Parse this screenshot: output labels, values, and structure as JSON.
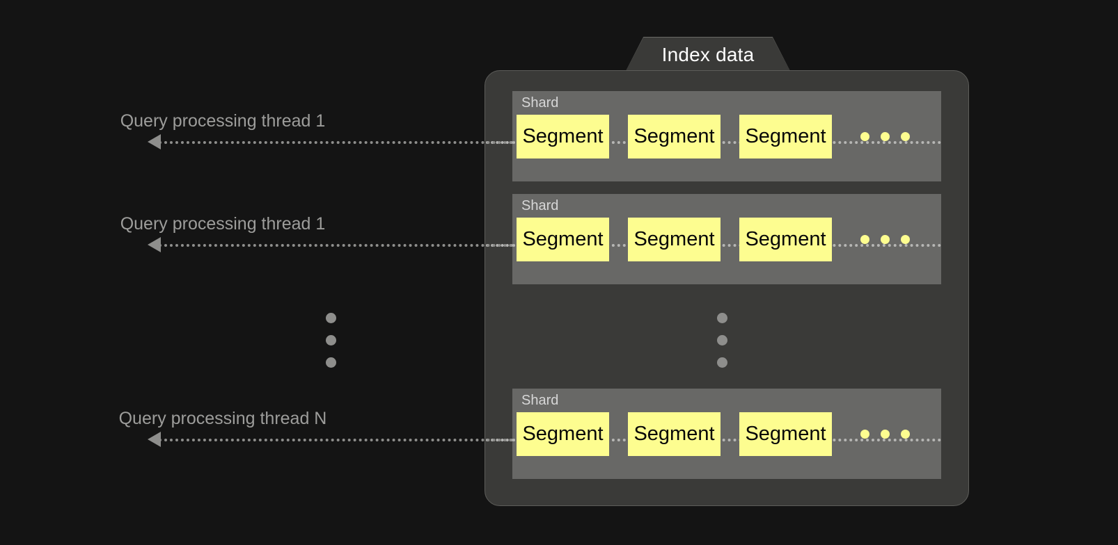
{
  "diagram": {
    "title": "Index data",
    "background_color": "#141414",
    "container_color": "#3a3a38",
    "shard_color": "#686866",
    "segment_color": "#fdfd90",
    "label_color": "#9d9d9b",
    "arrow_color": "#8e8e8c"
  },
  "threads": [
    {
      "label": "Query processing thread 1"
    },
    {
      "label": "Query processing thread 1"
    },
    {
      "label": "Query processing thread N"
    }
  ],
  "shards": [
    {
      "label": "Shard",
      "segments": [
        {
          "label": "Segment"
        },
        {
          "label": "Segment"
        },
        {
          "label": "Segment"
        }
      ],
      "trailing_dots": 3
    },
    {
      "label": "Shard",
      "segments": [
        {
          "label": "Segment"
        },
        {
          "label": "Segment"
        },
        {
          "label": "Segment"
        }
      ],
      "trailing_dots": 3
    },
    {
      "label": "Shard",
      "segments": [
        {
          "label": "Segment"
        },
        {
          "label": "Segment"
        },
        {
          "label": "Segment"
        }
      ],
      "trailing_dots": 3
    }
  ],
  "ellipsis": {
    "left_dots": 3,
    "right_dots": 3
  }
}
